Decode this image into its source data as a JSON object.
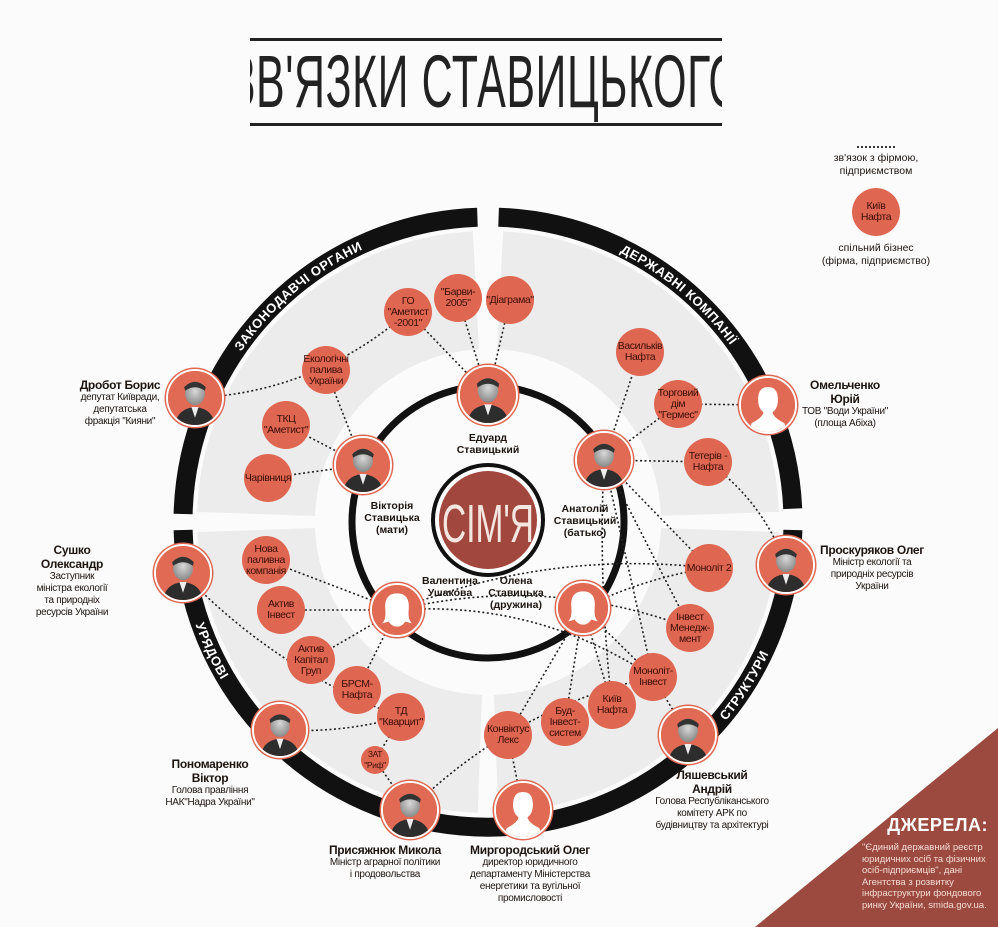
{
  "title": "ЗВ'ЯЗКИ СТАВИЦЬКОГО",
  "center_label": "СІМ'Я",
  "sectors": {
    "legislative": "ЗАКОНОДАВЧІ ОРГАНИ",
    "state_companies": "ДЕРЖАВНІ КОМПАНІЇ",
    "government": "УРЯДОВІ",
    "structures": "СТРУКТУРИ"
  },
  "legend": {
    "link_label": "зв'язок з фірмою,\nпідприємством",
    "sample_company": "Київ\nНафта",
    "company_label": "спільний бізнес\n(фірма, підприємство)"
  },
  "family": [
    {
      "id": "eduard",
      "name": "Едуард\nСтавицький",
      "photo": true
    },
    {
      "id": "viktoria",
      "name": "Вікторія\nСтавицька\n(мати)",
      "photo": true
    },
    {
      "id": "anatoliy",
      "name": "Анатолій\nСтавицький\n(батько)",
      "photo": true
    },
    {
      "id": "valentyna",
      "name": "Валентина\nУшакова",
      "photo": false
    },
    {
      "id": "olena",
      "name": "Олена\nСтавицька\n(дружина)",
      "photo": false
    }
  ],
  "people": [
    {
      "id": "drobot",
      "name": "Дробот Борис",
      "position": "депутат Київради,\nдепутатська\nфракція \"Кияни\"",
      "photo": true
    },
    {
      "id": "omelchenko",
      "name": "Омельченко\nЮрій",
      "position": "ТОВ \"Води України\"\n(площа Абіха)",
      "photo": false
    },
    {
      "id": "sushko",
      "name": "Сушко\nОлександр",
      "position": "Заступник\nміністра екології\nта природніх\nресурсів України",
      "photo": true
    },
    {
      "id": "proskuryakov",
      "name": "Проскуряков Олег",
      "position": "Міністр екології та\nприродніх ресурсів\nУкраїни",
      "photo": true
    },
    {
      "id": "ponomarenko",
      "name": "Пономаренко\nВіктор",
      "position": "Голова правління\nНАК\"Надра України\"",
      "photo": true
    },
    {
      "id": "prysiazhniuk",
      "name": "Присяжнюк Микола",
      "position": "Міністр аграрної політики\nі продовольства",
      "photo": true
    },
    {
      "id": "myrhorodsky",
      "name": "Миргородський Олег",
      "position": "директор юридичного\nдепартаменту Міністерства\nенергетики та вугільної\nпромисловості",
      "photo": false
    },
    {
      "id": "liashevsky",
      "name": "Ляшевський\nАндрій",
      "position": "Голова Республіканського\nкомітету АРК  по\nбудівництву та архітектурі",
      "photo": true
    }
  ],
  "companies": [
    {
      "id": "ametyst2001",
      "name": "ГО\n\"Аметист\n-2001\""
    },
    {
      "id": "barvy",
      "name": "\"Барви-\n2005\""
    },
    {
      "id": "diagrama",
      "name": "\"Діаграма\""
    },
    {
      "id": "ekopalyva",
      "name": "Екологічні\nпалива\nУкраїни"
    },
    {
      "id": "tkc",
      "name": "ТКЦ\n\"Аметист\""
    },
    {
      "id": "charivnytsia",
      "name": "Чарівниця"
    },
    {
      "id": "vasylkiv",
      "name": "Васильків\nНафта"
    },
    {
      "id": "hermes",
      "name": "Торговий\nдім\n\"Гермес\""
    },
    {
      "id": "teteriv",
      "name": "Тетерів -\nНафта"
    },
    {
      "id": "monolit2",
      "name": "Моноліт 2"
    },
    {
      "id": "investmanagement",
      "name": "Інвест\nМенедж-\nмент"
    },
    {
      "id": "monolitinvest",
      "name": "Моноліт-\nІнвест"
    },
    {
      "id": "kyivnafta",
      "name": "Київ\nНафта"
    },
    {
      "id": "budinvest",
      "name": "Буд-\nІнвест-\nсистем"
    },
    {
      "id": "konviktus",
      "name": "Конвіктус\nЛекс"
    },
    {
      "id": "novapalyvna",
      "name": "Нова\nпаливна\nкомпанія"
    },
    {
      "id": "aktyvinvest",
      "name": "Актив\nІнвест"
    },
    {
      "id": "aktyvkapital",
      "name": "Актив\nКапітал\nГруп"
    },
    {
      "id": "brsm",
      "name": "БРСМ-\nНафта"
    },
    {
      "id": "kvarcyt",
      "name": "ТД\n\"Кварцит\""
    },
    {
      "id": "rif",
      "name": "ЗАТ\n\"Риф\""
    }
  ],
  "connections": [
    [
      "eduard",
      "ametyst2001"
    ],
    [
      "eduard",
      "barvy"
    ],
    [
      "eduard",
      "diagrama"
    ],
    [
      "ametyst2001",
      "drobot"
    ],
    [
      "viktoria",
      "ekopalyva"
    ],
    [
      "viktoria",
      "tkc"
    ],
    [
      "viktoria",
      "charivnytsia"
    ],
    [
      "anatoliy",
      "vasylkiv"
    ],
    [
      "anatoliy",
      "hermes"
    ],
    [
      "anatoliy",
      "teteriv"
    ],
    [
      "anatoliy",
      "monolit2"
    ],
    [
      "anatoliy",
      "investmanagement"
    ],
    [
      "anatoliy",
      "monolitinvest"
    ],
    [
      "anatoliy",
      "kyivnafta"
    ],
    [
      "hermes",
      "omelchenko"
    ],
    [
      "teteriv",
      "proskuryakov"
    ],
    [
      "valentyna",
      "novapalyvna"
    ],
    [
      "valentyna",
      "aktyvinvest"
    ],
    [
      "valentyna",
      "aktyvkapital"
    ],
    [
      "valentyna",
      "brsm"
    ],
    [
      "valentyna",
      "monolit2"
    ],
    [
      "valentyna",
      "investmanagement"
    ],
    [
      "valentyna",
      "monolitinvest"
    ],
    [
      "olena",
      "konviktus"
    ],
    [
      "olena",
      "budinvest"
    ],
    [
      "olena",
      "kyivnafta"
    ],
    [
      "olena",
      "monolitinvest"
    ],
    [
      "olena",
      "monolit2"
    ],
    [
      "sushko",
      "kvarcyt"
    ],
    [
      "ponomarenko",
      "kvarcyt"
    ],
    [
      "kvarcyt",
      "rif"
    ],
    [
      "rif",
      "prysiazhniuk"
    ],
    [
      "prysiazhniuk",
      "monolitinvest"
    ],
    [
      "konviktus",
      "myrhorodsky"
    ],
    [
      "monolitinvest",
      "liashevsky"
    ]
  ],
  "sources": {
    "heading": "ДЖЕРЕЛА:",
    "text": "\"Єдиний державний реєстр юридичних осіб та фізичних осіб-підприємців\", дані Агентства з розвитку інфраструктури фондового ринку України,  smida.gov.ua."
  },
  "colors": {
    "node": "#df6650",
    "center": "#a2473d",
    "ring": "#111111",
    "sector_fill": "#ececec",
    "sources_bg": "#9c4a3f"
  }
}
